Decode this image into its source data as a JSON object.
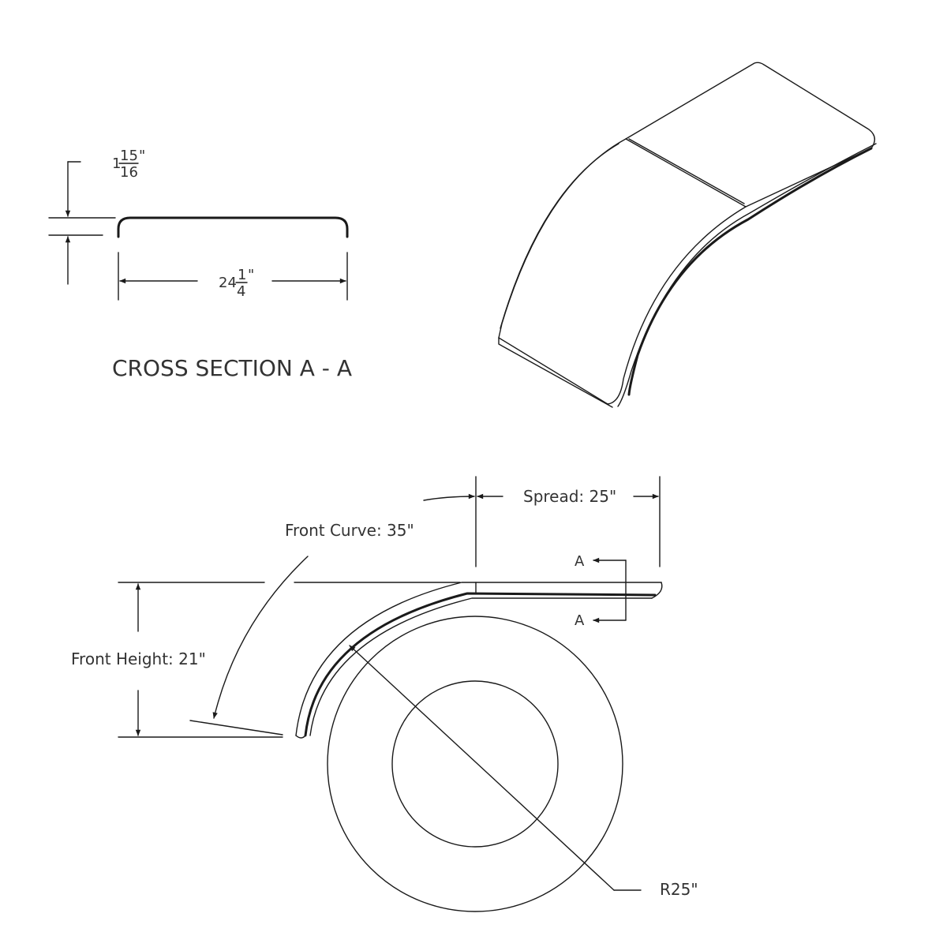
{
  "cross_section": {
    "title": "CROSS SECTION A - A",
    "height_whole": "1",
    "height_num": "15",
    "height_den": "16",
    "height_unit": "\"",
    "width_whole": "24",
    "width_num": "1",
    "width_den": "4",
    "width_unit": "\""
  },
  "side_view": {
    "spread_label": "Spread: 25\"",
    "front_curve_label": "Front Curve: 35\"",
    "front_height_label": "Front Height: 21\"",
    "radius_label": "R25\"",
    "section_marker_top": "A",
    "section_marker_bottom": "A"
  },
  "colors": {
    "line": "#1a1a1a",
    "text": "#333333",
    "background": "#ffffff"
  }
}
